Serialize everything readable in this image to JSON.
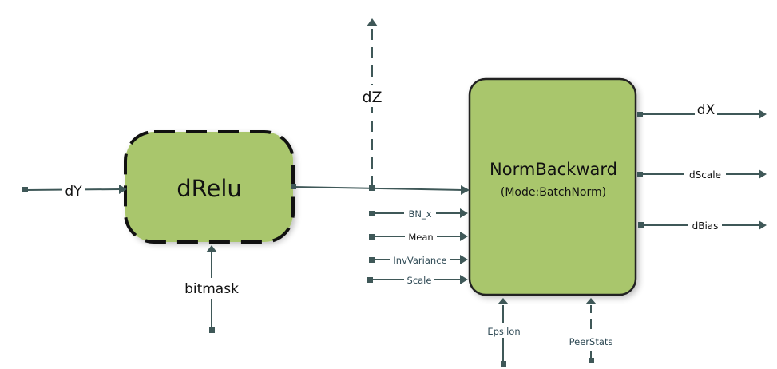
{
  "diagram": {
    "colors": {
      "box_fill": "#a9c66c",
      "line": "#3f5858",
      "text": "#111111",
      "port_label": "#2f4a55"
    },
    "blocks": {
      "drelu": {
        "label": "dRelu"
      },
      "norm": {
        "title": "NormBackward",
        "subtitle": "(Mode:BatchNorm)"
      }
    },
    "edges": {
      "dy": "dY",
      "dz": "dZ",
      "bitmask": "bitmask",
      "bn_x": "BN_x",
      "mean": "Mean",
      "invvariance": "InvVariance",
      "scale": "Scale",
      "dx": "dX",
      "dscale": "dScale",
      "dbias": "dBias",
      "epsilon": "Epsilon",
      "peerstats": "PeerStats"
    }
  }
}
